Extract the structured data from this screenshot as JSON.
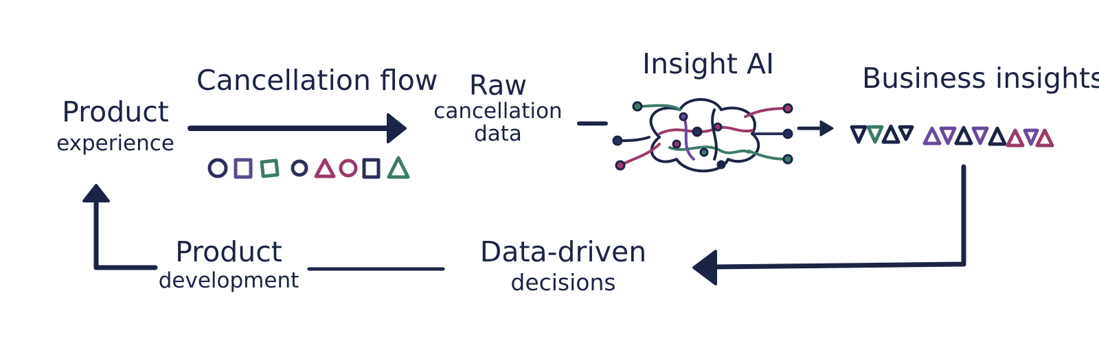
{
  "nodes": {
    "product_experience": {
      "line1": "Product",
      "line2": "experience"
    },
    "cancellation_flow": {
      "label": "Cancellation flow"
    },
    "raw_cancellation_data": {
      "line1": "Raw",
      "line2": "cancellation",
      "line3": "data"
    },
    "insight_ai": {
      "label": "Insight AI"
    },
    "business_insights": {
      "label": "Business insights"
    },
    "data_driven_decisions": {
      "line1": "Data-driven",
      "line2": "decisions"
    },
    "product_development": {
      "line1": "Product",
      "line2": "development"
    }
  },
  "colors": {
    "ink": "#1b2445",
    "green": "#3d7a6a",
    "purple": "#6a4a9a",
    "magenta": "#9a3a6a",
    "navy": "#2a2f5a"
  }
}
